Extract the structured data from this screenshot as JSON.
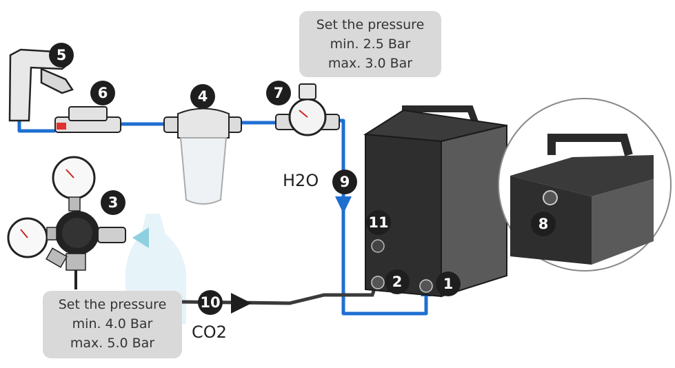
{
  "callouts": {
    "water_pressure": {
      "line1": "Set the pressure",
      "line2": "min. 2.5 Bar",
      "line3": "max. 3.0 Bar"
    },
    "co2_pressure": {
      "line1": "Set the pressure",
      "line2": "min. 4.0 Bar",
      "line3": "max. 5.0 Bar"
    }
  },
  "flow_labels": {
    "water": "H2O",
    "co2": "CO2"
  },
  "badges": {
    "b1": "1",
    "b2": "2",
    "b3": "3",
    "b4": "4",
    "b5": "5",
    "b6": "6",
    "b7": "7",
    "b8": "8",
    "b9": "9",
    "b10": "10",
    "b11": "11"
  },
  "colors": {
    "water_line": "#1f6fd1",
    "co2_line": "#3a3a3a",
    "callout_bg": "#d9d9d9",
    "badge_bg": "#1e1e1e",
    "unit_body": "#4a4a4a"
  }
}
